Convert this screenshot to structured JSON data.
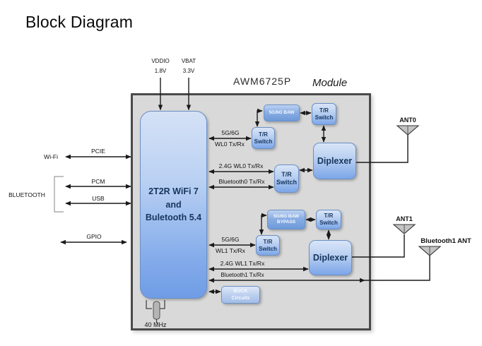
{
  "title": "Block Diagram",
  "module": {
    "name": "AWM6725P",
    "label": "Module"
  },
  "power": {
    "vddio": {
      "name": "VDDIO",
      "voltage": "1.8V"
    },
    "vbat": {
      "name": "VBAT",
      "voltage": "3.3V"
    }
  },
  "host": {
    "wifi": "Wi-Fi",
    "pcie": "PCIE",
    "bluetooth": "BLUETOOTH",
    "pcm": "PCM",
    "usb": "USB",
    "gpio": "GPIO"
  },
  "soc": {
    "label": "2T2R WiFi 7\nand\nBuletooth 5.4"
  },
  "wl0": {
    "band": "5G/6G",
    "txrx": "WL0 Tx/Rx",
    "band24": "2.4G WL0 Tx/Rx",
    "bt": "Bluetooth0 Tx/Rx",
    "baw": "5G/6G BAW",
    "tr": "T/R\nSwitch",
    "tr_ant": "T/R\nSwitch",
    "tr_mid": "T/R\nSwitch",
    "diplexer": "Diplexer",
    "ant": "ANT0"
  },
  "wl1": {
    "band": "5G/6G",
    "txrx": "WL1 Tx/Rx",
    "band24": "2.4G WL1 Tx/Rx",
    "bt": "Bluetooth1 Tx/Rx",
    "baw": "5G/6G BAW\nBYPASS",
    "tr": "T/R\nSwitch",
    "tr_ant": "T/R\nSwitch",
    "diplexer": "Diplexer",
    "ant": "ANT1",
    "bt_ant": "Bluetooth1 ANT"
  },
  "misc": {
    "buck": "BUCK\nCircuits",
    "crystal": "40 MHz"
  },
  "colors": {
    "module_background": "#d9d9d9",
    "module_border": "#4a4a4a",
    "block_gradient_top": "#d6e2f7",
    "block_gradient_bottom": "#7aa4e8",
    "block_border": "#6c90c4",
    "block_text": "#17365d",
    "baw_text": "#f4f7fb",
    "connector": "#1a1a1a",
    "antenna_fill": "#c4c4c4"
  }
}
